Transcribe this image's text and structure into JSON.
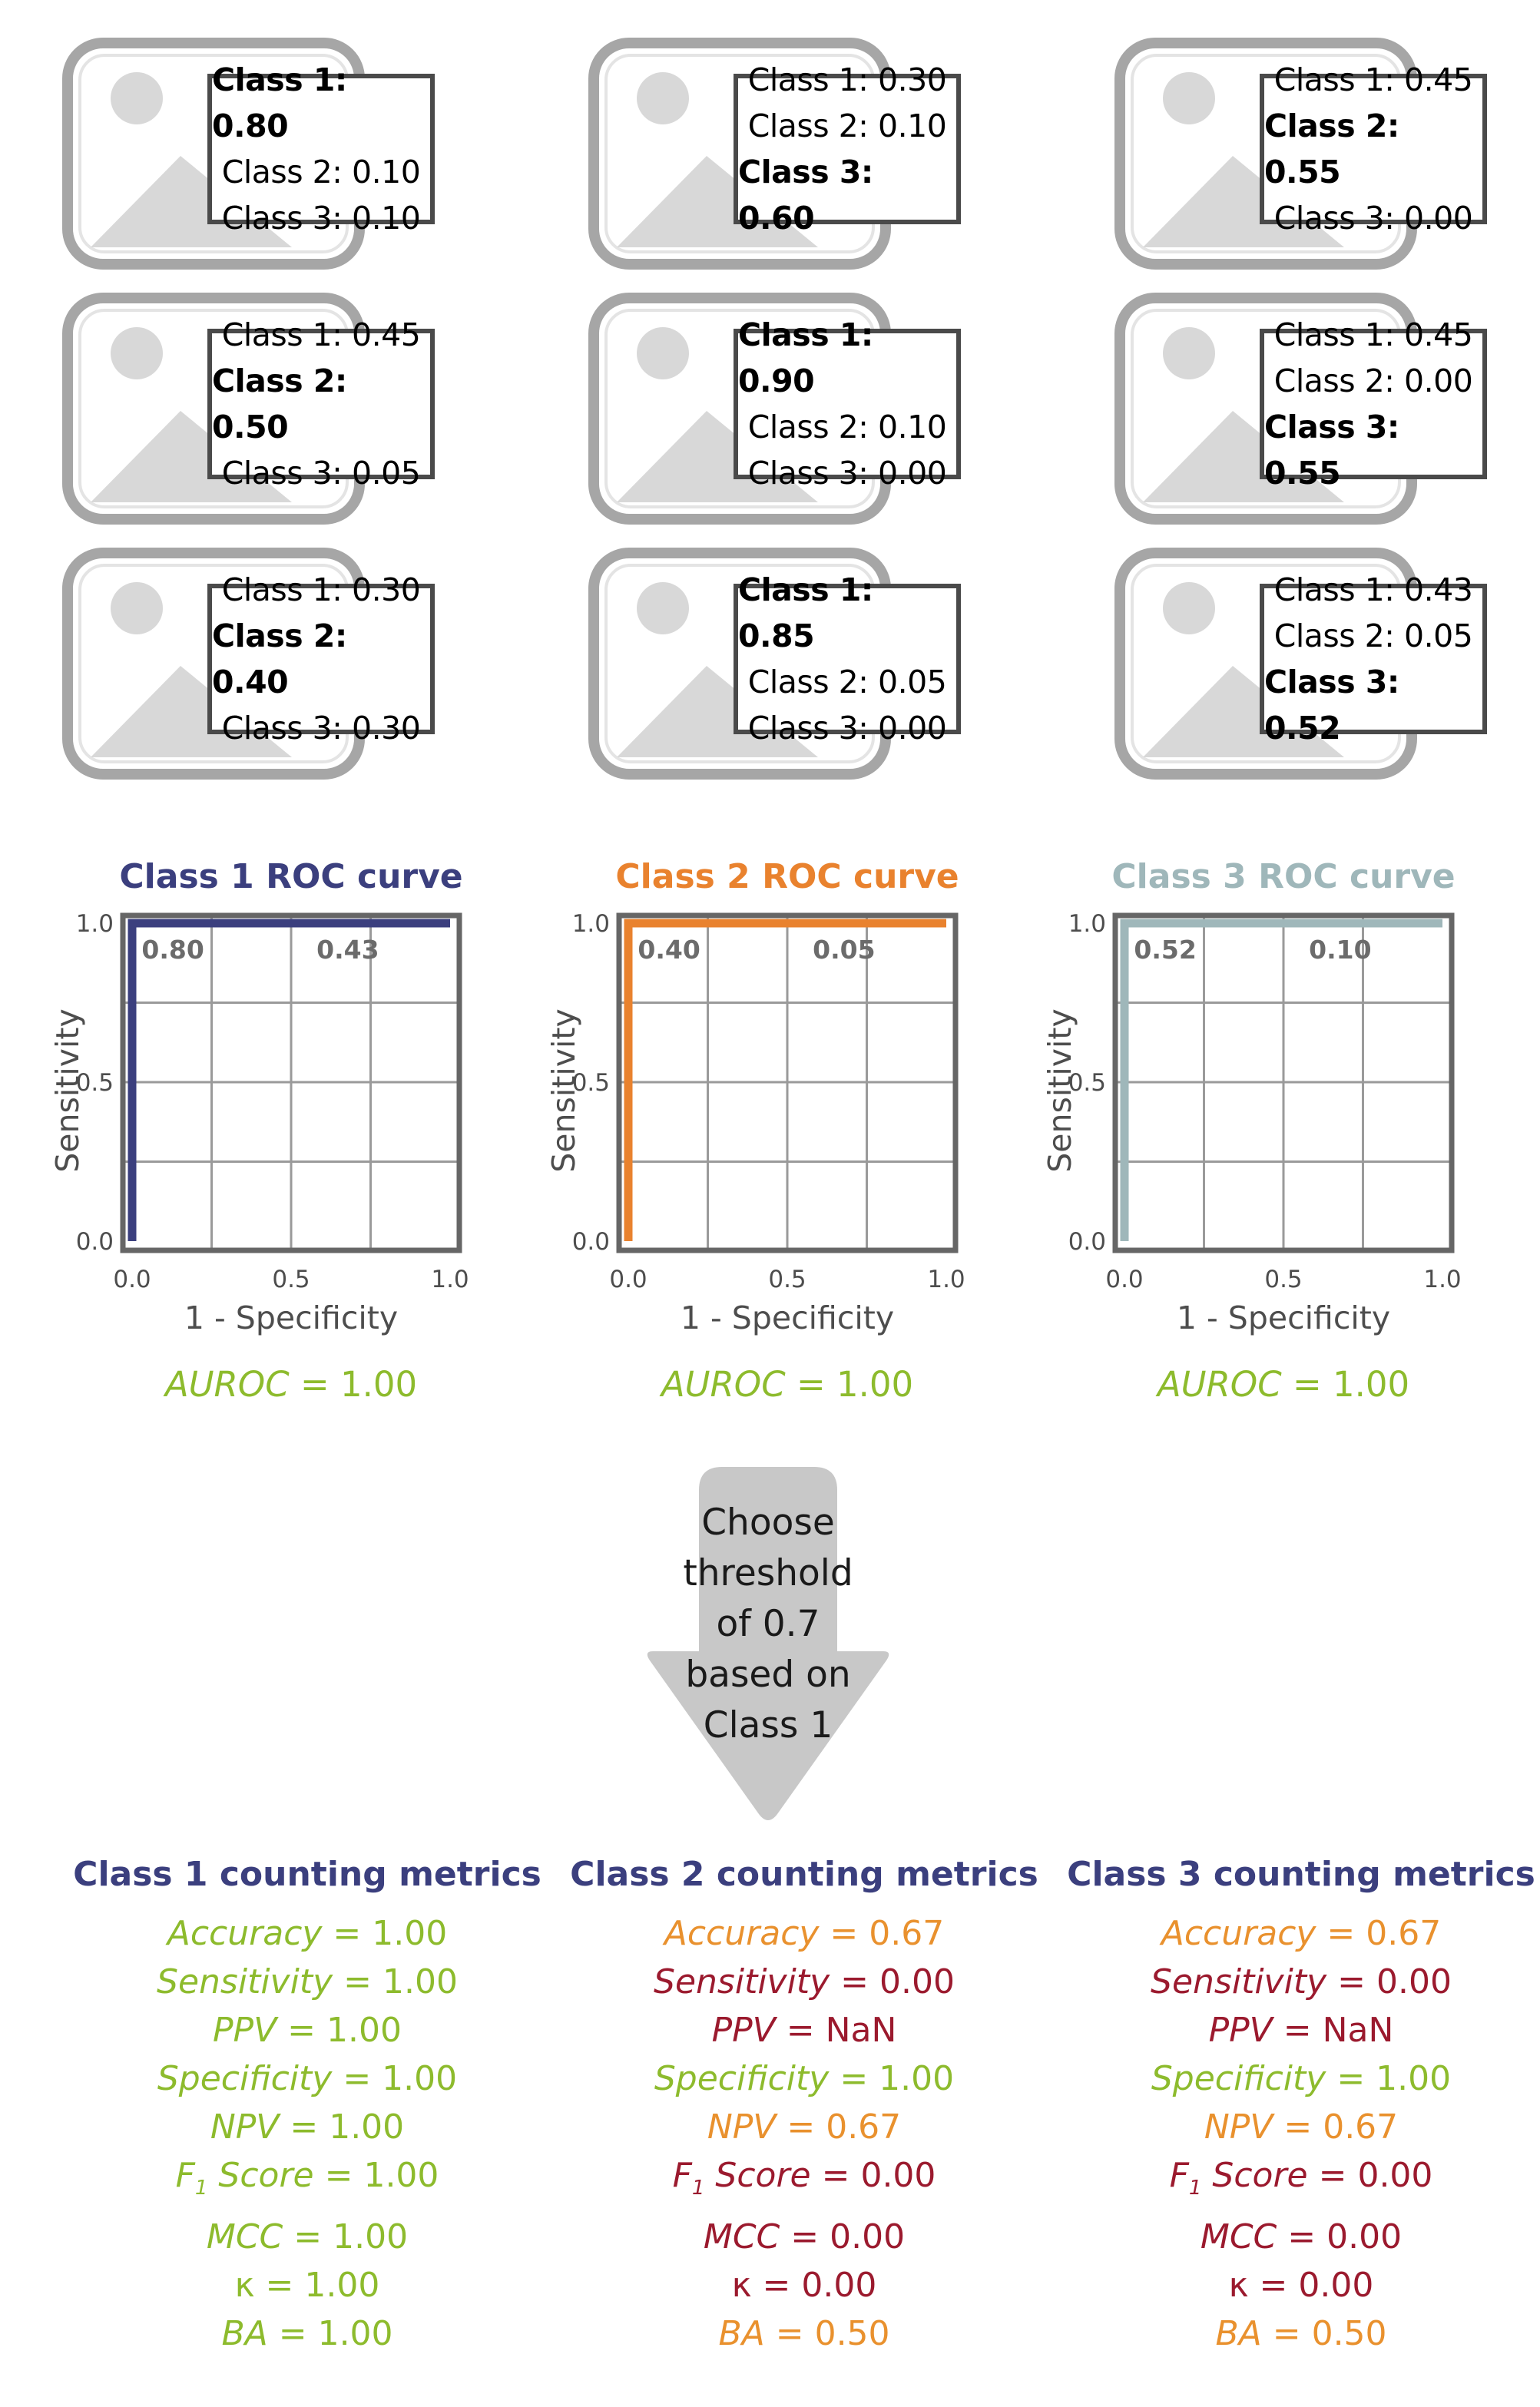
{
  "colors": {
    "class1": "#3b3f7e",
    "class2": "#e9822e",
    "class3": "#9fb7ba",
    "good": "#8dbb2d",
    "mid": "#e9912e",
    "bad": "#9b1a2e",
    "frame": "#6b6b6b",
    "placeholder": "#a6a6a6"
  },
  "examples": [
    {
      "lines": [
        "Class 1: 0.80",
        "Class 2: 0.10",
        "Class 3: 0.10"
      ],
      "max_index": 0
    },
    {
      "lines": [
        "Class 1: 0.30",
        "Class 2: 0.10",
        "Class 3: 0.60"
      ],
      "max_index": 2
    },
    {
      "lines": [
        "Class 1: 0.45",
        "Class 2: 0.55",
        "Class 3: 0.00"
      ],
      "max_index": 1
    },
    {
      "lines": [
        "Class 1: 0.45",
        "Class 2: 0.50",
        "Class 3: 0.05"
      ],
      "max_index": 1
    },
    {
      "lines": [
        "Class 1: 0.90",
        "Class 2: 0.10",
        "Class 3: 0.00"
      ],
      "max_index": 0
    },
    {
      "lines": [
        "Class 1: 0.45",
        "Class 2: 0.00",
        "Class 3: 0.55"
      ],
      "max_index": 2
    },
    {
      "lines": [
        "Class 1: 0.30",
        "Class 2: 0.40",
        "Class 3: 0.30"
      ],
      "max_index": 1
    },
    {
      "lines": [
        "Class 1: 0.85",
        "Class 2: 0.05",
        "Class 3: 0.00"
      ],
      "max_index": 0
    },
    {
      "lines": [
        "Class 1: 0.43",
        "Class 2: 0.05",
        "Class 3: 0.52"
      ],
      "max_index": 2
    }
  ],
  "chart_data": [
    {
      "type": "line",
      "title": "Class 1 ROC curve",
      "title_color": "#3b3f7e",
      "xlabel": "1 - Specificity",
      "ylabel": "Sensitivity",
      "xlim": [
        0,
        1
      ],
      "ylim": [
        0,
        1
      ],
      "xticks": [
        "0.0",
        "0.5",
        "1.0"
      ],
      "yticks": [
        "0.0",
        "0.5",
        "1.0"
      ],
      "grid": true,
      "series": [
        {
          "color": "#3b3f7e",
          "x": [
            0,
            0,
            1
          ],
          "y": [
            0,
            1,
            1
          ]
        }
      ],
      "annotations": [
        {
          "text": "0.80",
          "x": 0.03,
          "y": 1.0
        },
        {
          "text": "0.43",
          "x": 0.58,
          "y": 1.0
        }
      ],
      "auroc_label": "AUROC",
      "auroc_value": "= 1.00"
    },
    {
      "type": "line",
      "title": "Class 2 ROC curve",
      "title_color": "#e9822e",
      "xlabel": "1 - Specificity",
      "ylabel": "Sensitivity",
      "xlim": [
        0,
        1
      ],
      "ylim": [
        0,
        1
      ],
      "xticks": [
        "0.0",
        "0.5",
        "1.0"
      ],
      "yticks": [
        "0.0",
        "0.5",
        "1.0"
      ],
      "grid": true,
      "series": [
        {
          "color": "#e9822e",
          "x": [
            0,
            0,
            1
          ],
          "y": [
            0,
            1,
            1
          ]
        }
      ],
      "annotations": [
        {
          "text": "0.40",
          "x": 0.03,
          "y": 1.0
        },
        {
          "text": "0.05",
          "x": 0.58,
          "y": 1.0
        }
      ],
      "auroc_label": "AUROC",
      "auroc_value": "= 1.00"
    },
    {
      "type": "line",
      "title": "Class 3 ROC curve",
      "title_color": "#9fb7ba",
      "xlabel": "1 - Specificity",
      "ylabel": "Sensitivity",
      "xlim": [
        0,
        1
      ],
      "ylim": [
        0,
        1
      ],
      "xticks": [
        "0.0",
        "0.5",
        "1.0"
      ],
      "yticks": [
        "0.0",
        "0.5",
        "1.0"
      ],
      "grid": true,
      "series": [
        {
          "color": "#9fb7ba",
          "x": [
            0,
            0,
            1
          ],
          "y": [
            0,
            1,
            1
          ]
        }
      ],
      "annotations": [
        {
          "text": "0.52",
          "x": 0.03,
          "y": 1.0
        },
        {
          "text": "0.10",
          "x": 0.58,
          "y": 1.0
        }
      ],
      "auroc_label": "AUROC",
      "auroc_value": "= 1.00"
    }
  ],
  "arrow": {
    "lines": [
      "Choose",
      "threshold",
      "of 0.7",
      "based on",
      "Class 1"
    ]
  },
  "metrics": [
    {
      "title": "Class 1 counting metrics",
      "items": [
        {
          "name": "Accuracy",
          "value": "= 1.00",
          "status": "good"
        },
        {
          "name": "Sensitivity",
          "value": "= 1.00",
          "status": "good"
        },
        {
          "name": "PPV",
          "value": " = 1.00",
          "status": "good"
        },
        {
          "name": "Specificity",
          "value": "= 1.00",
          "status": "good"
        },
        {
          "name": "NPV",
          "value": "= 1.00",
          "status": "good"
        },
        {
          "name": "F",
          "sub": "1",
          "suffix": " Score",
          "value": " = 1.00",
          "status": "good"
        },
        {
          "name": "MCC",
          "value": "= 1.00",
          "status": "good"
        },
        {
          "name": "κ",
          "value": "= 1.00",
          "status": "good",
          "upright": true
        },
        {
          "name": "BA",
          "value": "= 1.00",
          "status": "good"
        }
      ]
    },
    {
      "title": "Class 2 counting metrics",
      "items": [
        {
          "name": "Accuracy",
          "value": "= 0.67",
          "status": "mid"
        },
        {
          "name": "Sensitivity",
          "value": "= 0.00",
          "status": "bad"
        },
        {
          "name": "PPV",
          "value": " = NaN",
          "status": "bad"
        },
        {
          "name": "Specificity",
          "value": "= 1.00",
          "status": "good"
        },
        {
          "name": "NPV",
          "value": "= 0.67",
          "status": "mid"
        },
        {
          "name": "F",
          "sub": "1",
          "suffix": " Score",
          "value": " = 0.00",
          "status": "bad"
        },
        {
          "name": "MCC",
          "value": "= 0.00",
          "status": "bad"
        },
        {
          "name": "κ",
          "value": "= 0.00",
          "status": "bad",
          "upright": true
        },
        {
          "name": "BA",
          "value": "= 0.50",
          "status": "mid"
        }
      ]
    },
    {
      "title": "Class 3 counting metrics",
      "items": [
        {
          "name": "Accuracy",
          "value": "= 0.67",
          "status": "mid"
        },
        {
          "name": "Sensitivity",
          "value": "= 0.00",
          "status": "bad"
        },
        {
          "name": "PPV",
          "value": " = NaN",
          "status": "bad"
        },
        {
          "name": "Specificity",
          "value": "= 1.00",
          "status": "good"
        },
        {
          "name": "NPV",
          "value": "= 0.67",
          "status": "mid"
        },
        {
          "name": "F",
          "sub": "1",
          "suffix": " Score",
          "value": " = 0.00",
          "status": "bad"
        },
        {
          "name": "MCC",
          "value": "= 0.00",
          "status": "bad"
        },
        {
          "name": "κ",
          "value": "= 0.00",
          "status": "bad",
          "upright": true
        },
        {
          "name": "BA",
          "value": "= 0.50",
          "status": "mid"
        }
      ]
    }
  ]
}
